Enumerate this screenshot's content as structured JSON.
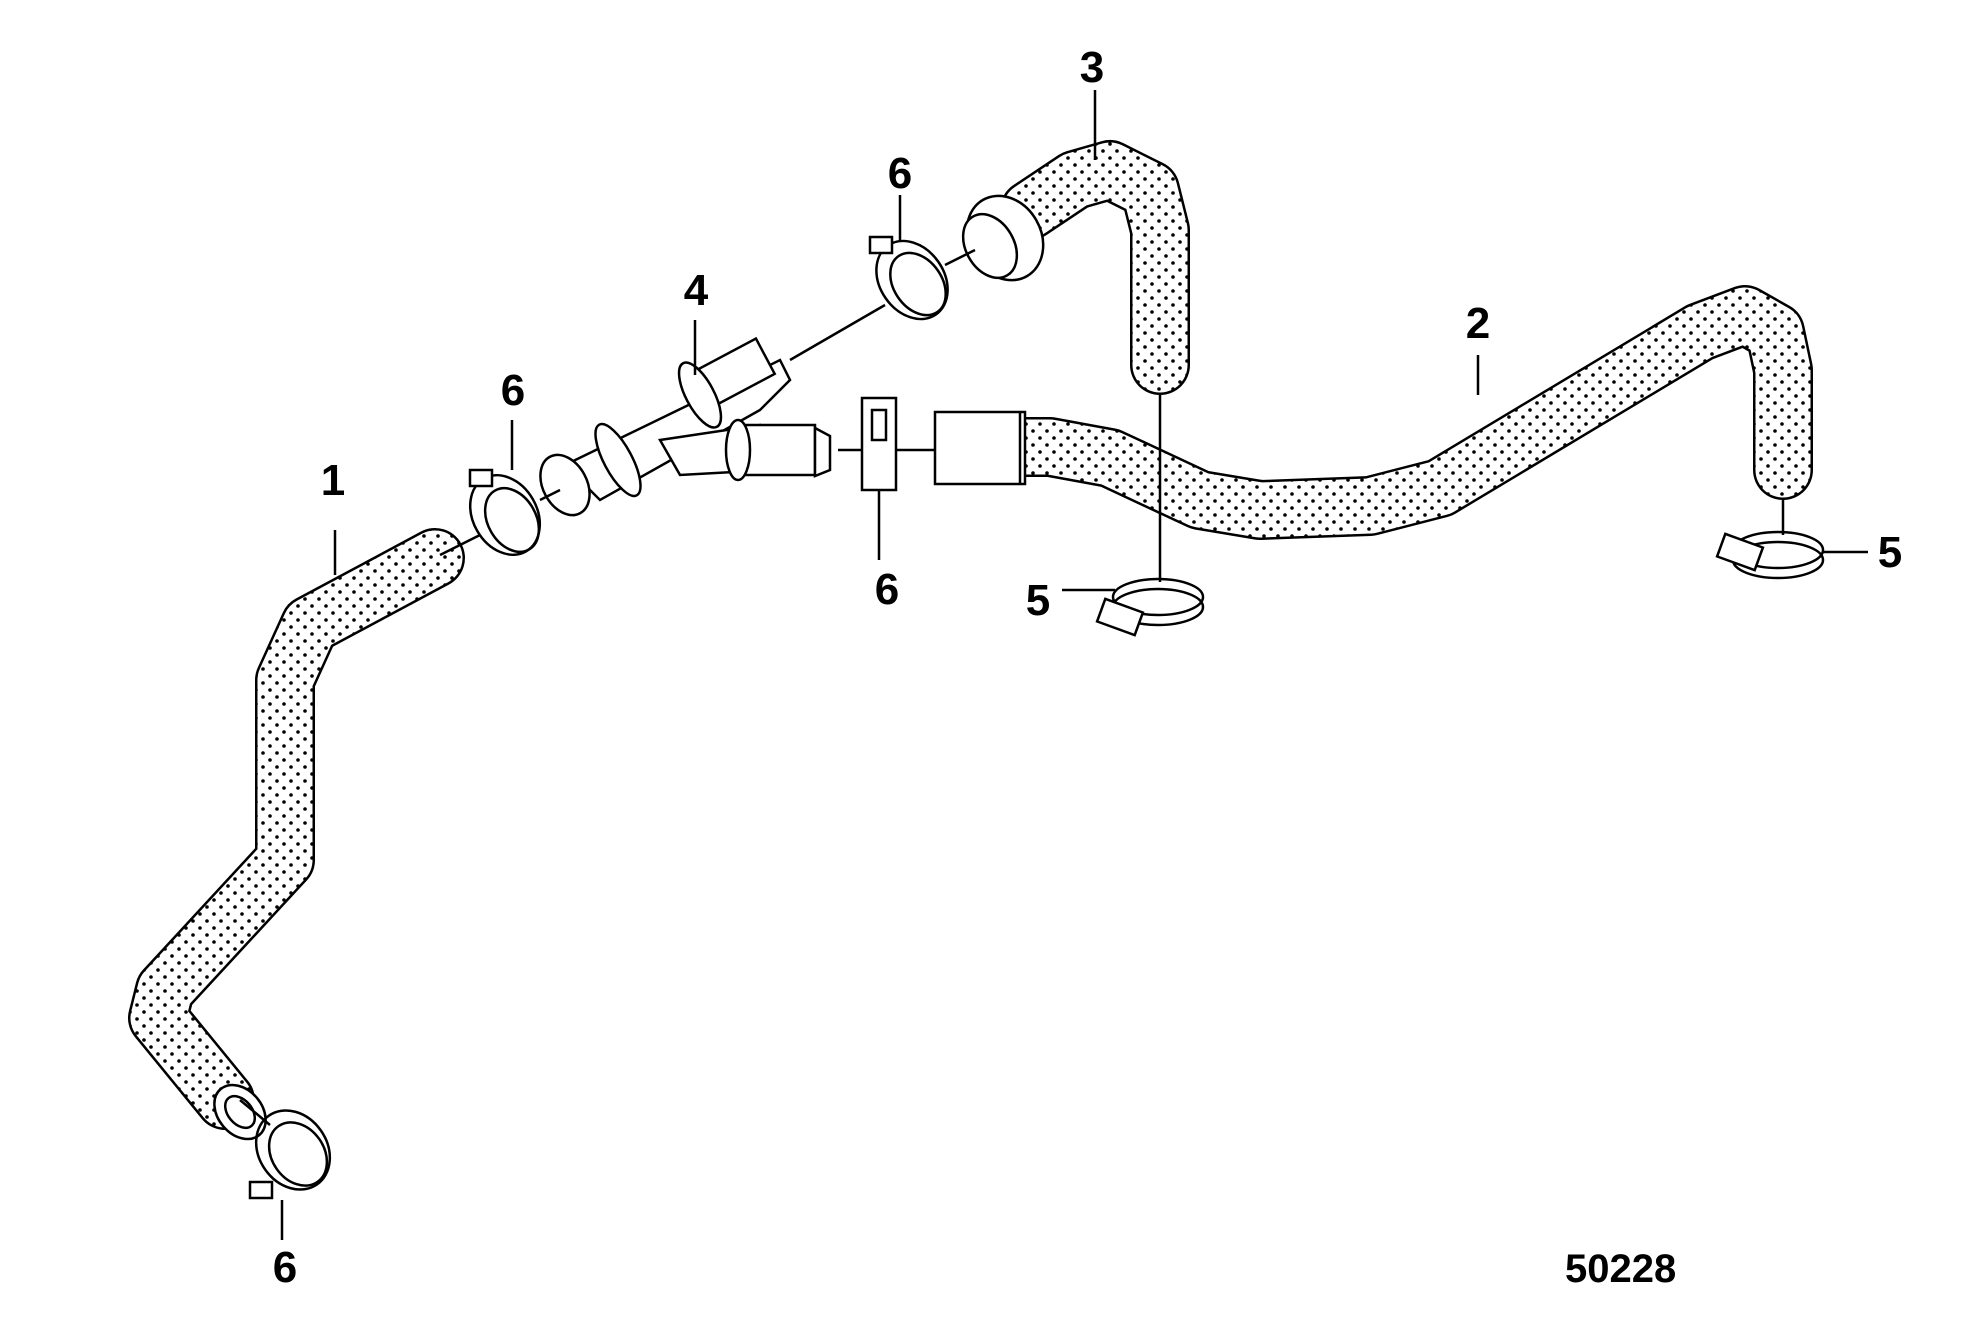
{
  "diagram": {
    "figure_number": "50228",
    "callouts": [
      {
        "id": "callout-1",
        "label": "1"
      },
      {
        "id": "callout-2",
        "label": "2"
      },
      {
        "id": "callout-3",
        "label": "3"
      },
      {
        "id": "callout-4",
        "label": "4"
      },
      {
        "id": "callout-5-center",
        "label": "5"
      },
      {
        "id": "callout-5-right",
        "label": "5"
      },
      {
        "id": "callout-6-top",
        "label": "6"
      },
      {
        "id": "callout-6-left",
        "label": "6"
      },
      {
        "id": "callout-6-middle",
        "label": "6"
      },
      {
        "id": "callout-6-bottom",
        "label": "6"
      }
    ],
    "colors": {
      "line": "#000000",
      "background": "#ffffff",
      "hose_texture": "#000000"
    }
  }
}
